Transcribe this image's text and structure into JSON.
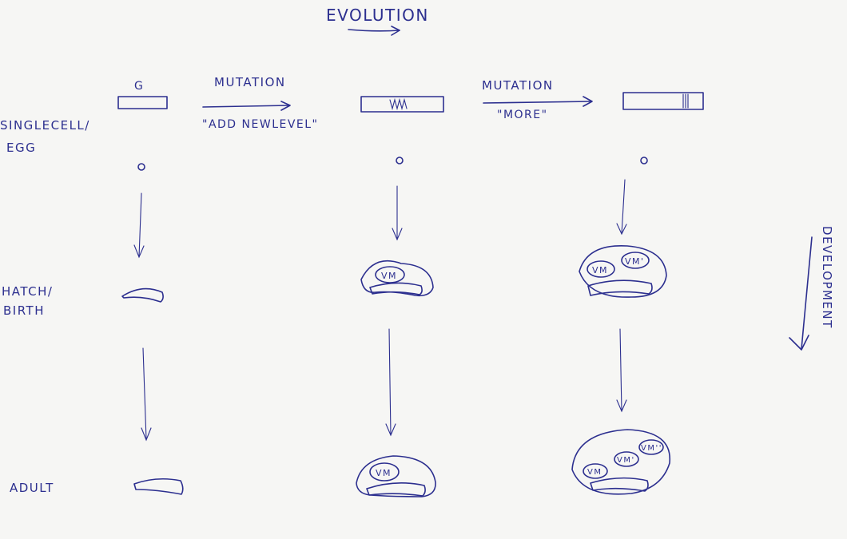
{
  "header": {
    "title": "EVOLUTION"
  },
  "rows": {
    "egg": {
      "line1": "SINGLECELL/",
      "line2": "EGG"
    },
    "hatch": {
      "line1": "HATCH/",
      "line2": "BIRTH"
    },
    "adult": {
      "label": "ADULT"
    }
  },
  "genome_label": "G",
  "mutations": [
    {
      "label": "MUTATION",
      "note": "\"ADD NEWLEVEL\""
    },
    {
      "label": "MUTATION",
      "note": "\"MORE\""
    }
  ],
  "module_label": "VM",
  "module_label_prime": "VM'",
  "module_label_double": "VM''",
  "side": {
    "label": "DEVELOPMENT"
  }
}
